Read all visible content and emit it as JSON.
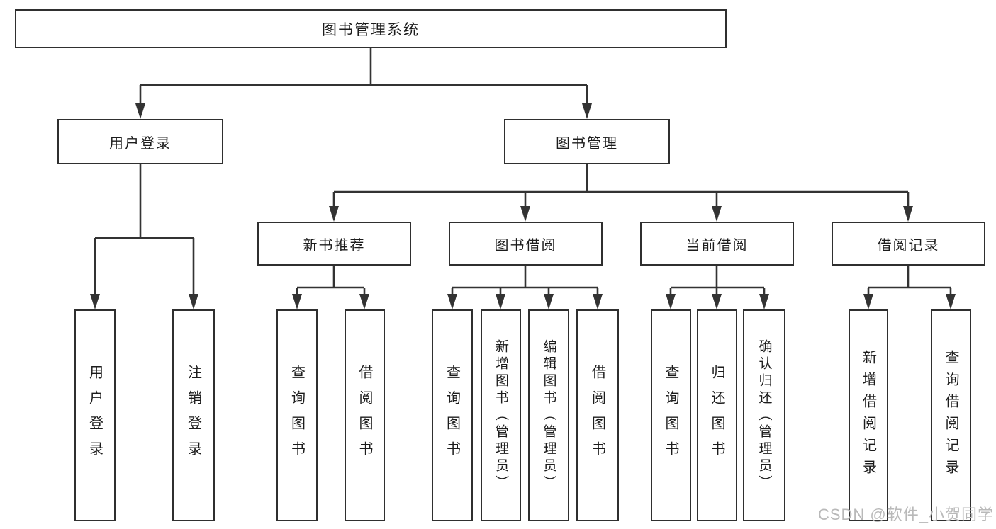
{
  "nodes": {
    "root": "图书管理系统",
    "user_login": "用户登录",
    "book_mgmt": "图书管理",
    "new_book_rec": "新书推荐",
    "book_borrow": "图书借阅",
    "current_borrow": "当前借阅",
    "borrow_records": "借阅记录",
    "leaf_user_login": "用户登录",
    "leaf_logout": "注销登录",
    "leaf_nbr_query_books": "查询图书",
    "leaf_nbr_borrow_books": "借阅图书",
    "leaf_bb_query_books": "查询图书",
    "leaf_bb_add_books": "新增图书（管理员）",
    "leaf_bb_edit_books": "编辑图书（管理员）",
    "leaf_bb_borrow_books": "借阅图书",
    "leaf_cb_query_books": "查询图书",
    "leaf_cb_return_books": "归还图书",
    "leaf_cb_confirm_return": "确认归还（管理员）",
    "leaf_br_add_record": "新增借阅记录",
    "leaf_br_query_record": "查询借阅记录"
  },
  "tree": {
    "图书管理系统": {
      "用户登录": [
        "用户登录",
        "注销登录"
      ],
      "图书管理": {
        "新书推荐": [
          "查询图书",
          "借阅图书"
        ],
        "图书借阅": [
          "查询图书",
          "新增图书（管理员）",
          "编辑图书（管理员）",
          "借阅图书"
        ],
        "当前借阅": [
          "查询图书",
          "归还图书",
          "确认归还（管理员）"
        ],
        "借阅记录": [
          "新增借阅记录",
          "查询借阅记录"
        ]
      }
    }
  },
  "watermark": "CSDN @软件_小贺同学",
  "colors": {
    "line": "#333333",
    "border": "#2f2f2f",
    "text": "#1c1c1c",
    "watermark": "#b9b9b9",
    "background": "#ffffff"
  }
}
